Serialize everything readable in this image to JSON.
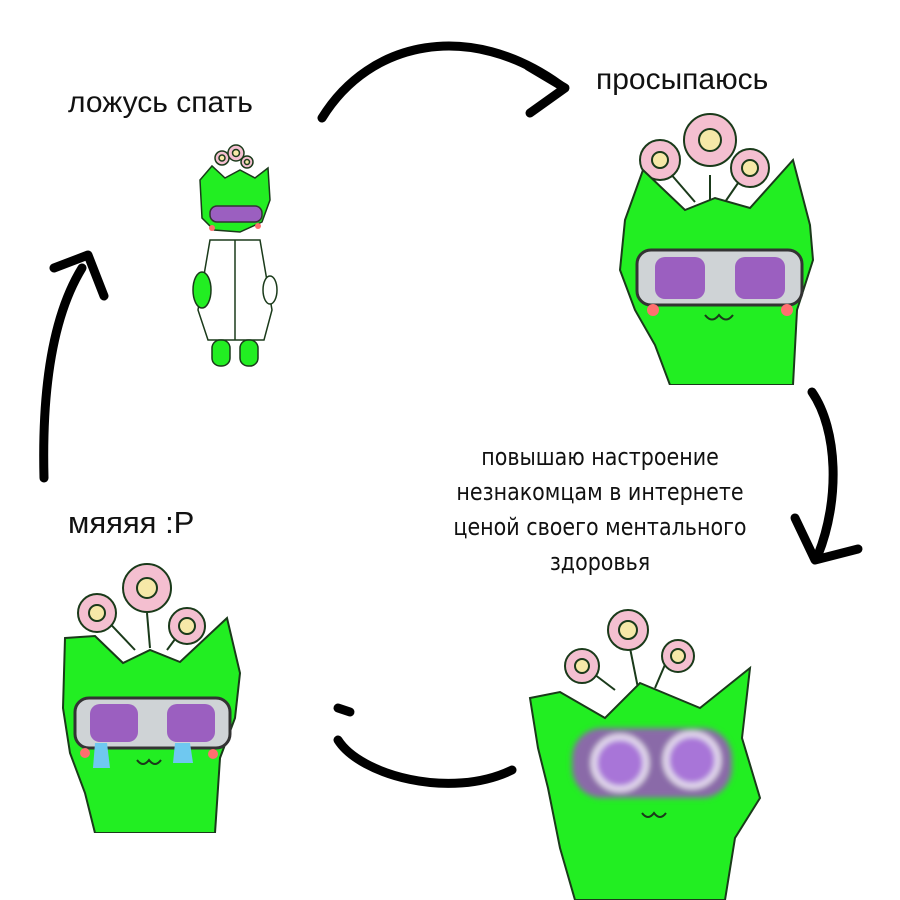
{
  "labels": {
    "sleep": "ложусь спать",
    "wake": "просыпаюсь",
    "mood_lines": [
      "повышаю настроение",
      "незнакомцам в интернете",
      "ценой своего ментального",
      "здоровья"
    ],
    "meow": "мяяяя :P"
  },
  "colors": {
    "character_green": "#22ee22",
    "outline": "#1a3a1a",
    "goggle_purple": "#9b5fc0",
    "flower_pink": "#f4bfd0",
    "flower_center": "#f6e8a8",
    "arrow": "#000000",
    "blush": "#ff6f6f",
    "tears": "#6fc8f0"
  },
  "icons": [
    "cycle-arrow-icon",
    "flower-crown-icon",
    "goggles-icon"
  ]
}
